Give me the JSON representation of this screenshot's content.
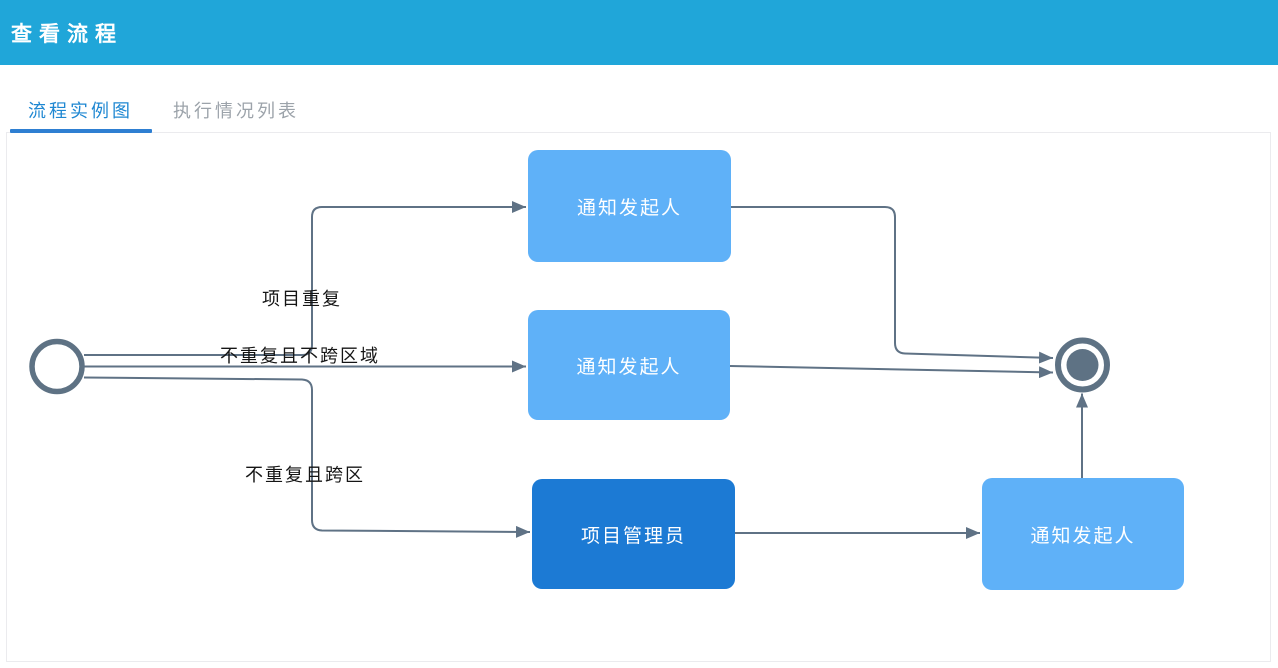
{
  "window": {
    "title": "查看流程"
  },
  "tabs": [
    {
      "label": "流程实例图",
      "active": true
    },
    {
      "label": "执行情况列表",
      "active": false
    }
  ],
  "diagram": {
    "nodes": [
      {
        "id": "start-event",
        "type": "start"
      },
      {
        "id": "task-notify-initiator-top",
        "label": "通知发起人",
        "style": "light"
      },
      {
        "id": "task-notify-initiator-middle",
        "label": "通知发起人",
        "style": "light"
      },
      {
        "id": "task-project-admin",
        "label": "项目管理员",
        "style": "dark"
      },
      {
        "id": "task-notify-initiator-bottom",
        "label": "通知发起人",
        "style": "light"
      },
      {
        "id": "end-event",
        "type": "end"
      }
    ],
    "edge_labels": [
      {
        "text": "项目重复"
      },
      {
        "text": "不重复且不跨区域"
      },
      {
        "text": "不重复且跨区"
      }
    ],
    "colors": {
      "task_light": "#5FB1F8",
      "task_dark": "#1C7AD4",
      "connector": "#5F7285",
      "event_stroke": "#5E7284"
    }
  },
  "theme": {
    "header_bg": "#20A6D9",
    "tab_active": "#1E87D2",
    "tab_underline": "#2E7FD2",
    "tab_inactive": "#9CA3AA"
  }
}
